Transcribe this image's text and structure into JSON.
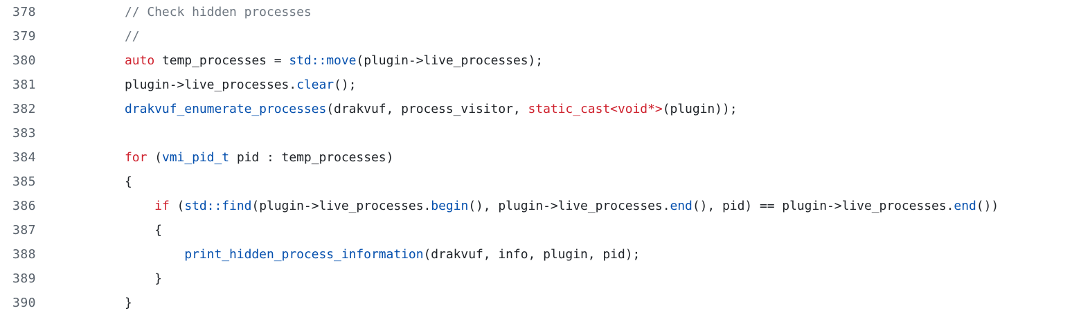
{
  "code_view": {
    "lines": [
      {
        "number": "378",
        "indent": "",
        "tokens": [
          {
            "kind": "comment",
            "text": "// Check hidden processes"
          }
        ]
      },
      {
        "number": "379",
        "indent": "",
        "tokens": [
          {
            "kind": "comment",
            "text": "//"
          }
        ]
      },
      {
        "number": "380",
        "indent": "",
        "tokens": [
          {
            "kind": "keyword",
            "text": "auto"
          },
          {
            "kind": "plain",
            "text": " temp_processes = "
          },
          {
            "kind": "func",
            "text": "std::move"
          },
          {
            "kind": "plain",
            "text": "(plugin->live_processes);"
          }
        ]
      },
      {
        "number": "381",
        "indent": "",
        "tokens": [
          {
            "kind": "plain",
            "text": "plugin->live_processes."
          },
          {
            "kind": "func",
            "text": "clear"
          },
          {
            "kind": "plain",
            "text": "();"
          }
        ]
      },
      {
        "number": "382",
        "indent": "",
        "tokens": [
          {
            "kind": "func",
            "text": "drakvuf_enumerate_processes"
          },
          {
            "kind": "plain",
            "text": "(drakvuf, process_visitor, "
          },
          {
            "kind": "keyword",
            "text": "static_cast<void*>"
          },
          {
            "kind": "plain",
            "text": "(plugin));"
          }
        ]
      },
      {
        "number": "383",
        "indent": "",
        "tokens": []
      },
      {
        "number": "384",
        "indent": "",
        "tokens": [
          {
            "kind": "keyword",
            "text": "for"
          },
          {
            "kind": "plain",
            "text": " ("
          },
          {
            "kind": "type",
            "text": "vmi_pid_t"
          },
          {
            "kind": "plain",
            "text": " pid : temp_processes)"
          }
        ]
      },
      {
        "number": "385",
        "indent": "",
        "tokens": [
          {
            "kind": "plain",
            "text": "{"
          }
        ]
      },
      {
        "number": "386",
        "indent": "    ",
        "tokens": [
          {
            "kind": "keyword",
            "text": "if"
          },
          {
            "kind": "plain",
            "text": " ("
          },
          {
            "kind": "func",
            "text": "std::find"
          },
          {
            "kind": "plain",
            "text": "(plugin->live_processes."
          },
          {
            "kind": "func",
            "text": "begin"
          },
          {
            "kind": "plain",
            "text": "(), plugin->live_processes."
          },
          {
            "kind": "func",
            "text": "end"
          },
          {
            "kind": "plain",
            "text": "(), pid) == plugin->live_processes."
          },
          {
            "kind": "func",
            "text": "end"
          },
          {
            "kind": "plain",
            "text": "())"
          }
        ]
      },
      {
        "number": "387",
        "indent": "    ",
        "tokens": [
          {
            "kind": "plain",
            "text": "{"
          }
        ]
      },
      {
        "number": "388",
        "indent": "        ",
        "tokens": [
          {
            "kind": "func",
            "text": "print_hidden_process_information"
          },
          {
            "kind": "plain",
            "text": "(drakvuf, info, plugin, pid);"
          }
        ]
      },
      {
        "number": "389",
        "indent": "    ",
        "tokens": [
          {
            "kind": "plain",
            "text": "}"
          }
        ]
      },
      {
        "number": "390",
        "indent": "",
        "tokens": [
          {
            "kind": "plain",
            "text": "}"
          }
        ]
      }
    ]
  }
}
